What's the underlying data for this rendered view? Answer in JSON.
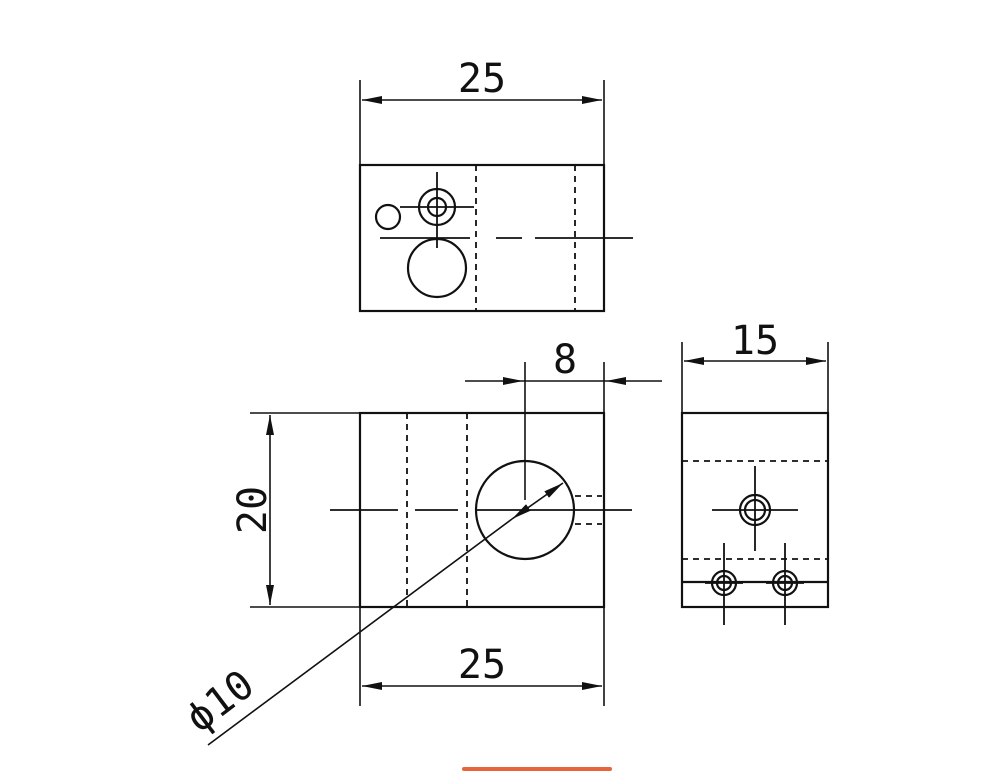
{
  "dimensions": {
    "top_width": "25",
    "front_width": "25",
    "front_height": "20",
    "hole_offset": "8",
    "side_width": "15",
    "hole_diameter": "ϕ10"
  },
  "colors": {
    "line": "#111111",
    "background": "#ffffff",
    "accent_fragment": "#e8643a"
  }
}
